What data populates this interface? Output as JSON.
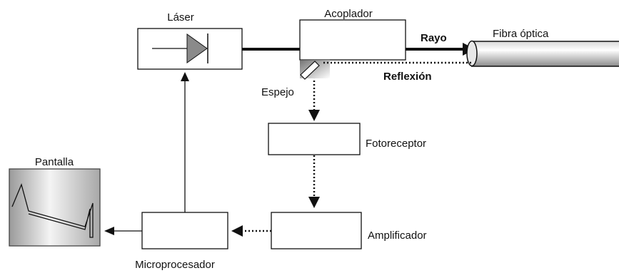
{
  "labels": {
    "laser": "Láser",
    "coupler": "Acoplador",
    "ray": "Rayo",
    "fiber": "Fibra óptica",
    "reflection": "Reflexión",
    "mirror": "Espejo",
    "photoreceptor": "Fotoreceptor",
    "screen": "Pantalla",
    "amplifier": "Amplificador",
    "microprocessor": "Microprocesador"
  },
  "colors": {
    "stroke": "#111111",
    "background": "#ffffff",
    "screen_gradient_light": "#f4f4f4",
    "screen_gradient_dark": "#9a9a9a"
  }
}
